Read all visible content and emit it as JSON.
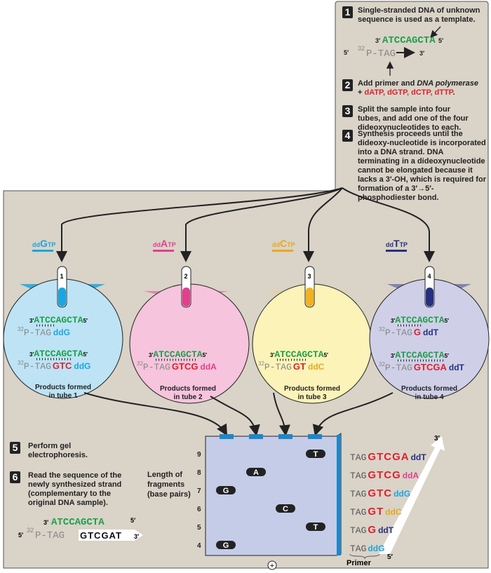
{
  "steps": [
    {
      "num": "1",
      "text": "Single-stranded DNA of unknown sequence is used as a template."
    },
    {
      "num": "2",
      "text_a": "Add primer and ",
      "text_b": "DNA polymerase",
      "text_c": "+ ",
      "dntps": "dATP, dGTP, dCTP, dTTP",
      "text_d": "."
    },
    {
      "num": "3",
      "text": "Split the sample into four tubes, and add one of the four dideoxynucleotides to each."
    },
    {
      "num": "4",
      "text": "Synthesis proceeds until the dideoxy-nucleotide is incorporated into a DNA strand. DNA terminating in a dideoxynucleotide cannot be elongated because it lacks a 3′-OH, which is required for  formation of a 3′→5′-phosphodiester bond."
    },
    {
      "num": "5",
      "text": "Perform gel electrophoresis."
    },
    {
      "num": "6",
      "text": "Read the sequence of the newly synthesized strand (complementary to the original DNA sample)."
    }
  ],
  "labels": {
    "three_prime": "3′",
    "five_prime": "5′",
    "template": "ATCCAGCTA",
    "primer_prefix": "32",
    "primer": "P-TAG",
    "primer_short": "TAG",
    "new_strand": "GTCGAT",
    "length_label_1": "Length of",
    "length_label_2": "fragments",
    "length_label_3": "(base pairs)",
    "primer_label": "Primer",
    "plus": "+"
  },
  "colors": {
    "template": "#1fa04a",
    "added": "#e0202e",
    "G": "#1aa6e0",
    "A": "#e2408e",
    "C": "#e8a81c",
    "T": "#26307f"
  },
  "tubes": [
    {
      "num": "1",
      "dd": "dd",
      "base": "G",
      "tp": "TP",
      "caption_1": "Products formed",
      "caption_2": "in tube 1",
      "products": [
        {
          "added": "",
          "ddn": "ddG"
        },
        {
          "added": "GTC",
          "ddn": "ddG"
        }
      ]
    },
    {
      "num": "2",
      "dd": "dd",
      "base": "A",
      "tp": "TP",
      "caption_1": "Products formed",
      "caption_2": "in tube 2",
      "products": [
        {
          "added": "GTCG",
          "ddn": "ddA"
        }
      ]
    },
    {
      "num": "3",
      "dd": "dd",
      "base": "C",
      "tp": "TP",
      "caption_1": "Products formed",
      "caption_2": "in tube 3",
      "products": [
        {
          "added": "GT",
          "ddn": "ddC"
        }
      ]
    },
    {
      "num": "4",
      "dd": "dd",
      "base": "T",
      "tp": "TP",
      "caption_1": "Products formed",
      "caption_2": "in tube 4",
      "products": [
        {
          "added": "G",
          "ddn": "ddT"
        },
        {
          "added": "GTCGA",
          "ddn": "ddT"
        }
      ]
    }
  ],
  "gel": {
    "lengths": [
      "9",
      "8",
      "7",
      "6",
      "5",
      "4"
    ],
    "bands": [
      {
        "lane": 4,
        "length": 9,
        "label": "T"
      },
      {
        "lane": 2,
        "length": 8,
        "label": "A"
      },
      {
        "lane": 1,
        "length": 7,
        "label": "G"
      },
      {
        "lane": 3,
        "length": 6,
        "label": "C"
      },
      {
        "lane": 4,
        "length": 5,
        "label": "T"
      },
      {
        "lane": 1,
        "length": 4,
        "label": "G"
      }
    ]
  },
  "fragments": [
    {
      "added": "GTCGA",
      "ddn": "ddT"
    },
    {
      "added": "GTCG",
      "ddn": "ddA"
    },
    {
      "added": "GTC",
      "ddn": "ddG"
    },
    {
      "added": "GT",
      "ddn": "ddC"
    },
    {
      "added": "G",
      "ddn": "ddT"
    },
    {
      "added": "",
      "ddn": "ddG"
    }
  ]
}
